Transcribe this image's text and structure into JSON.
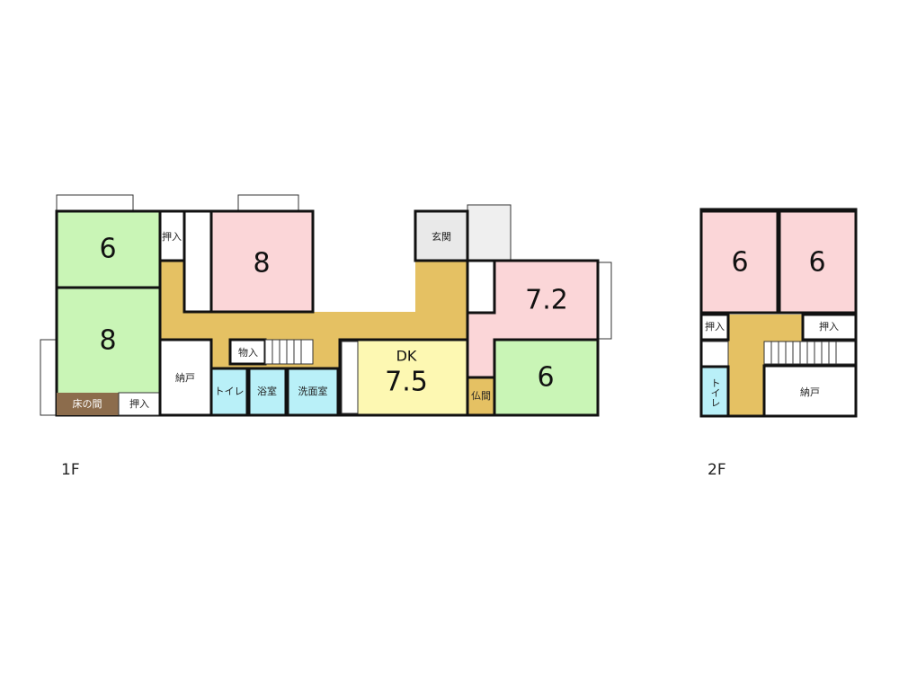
{
  "colors": {
    "washitsu": "#c9f5b6",
    "yoshitsu": "#fbd6d8",
    "corridor": "#e5c163",
    "water": "#b9f0f8",
    "dk": "#fdf8b2",
    "tokonoma": "#8c6c4c",
    "genkan": "#e9e9e9"
  },
  "floor1": {
    "label": "1F",
    "rooms": {
      "washitsu_6_nw": "6",
      "washitsu_8_w": "8",
      "tokonoma": "床の間",
      "oshiire_bottom": "押入",
      "oshiire_top": "押入",
      "yoshitsu_8": "8",
      "nando": "納戸",
      "monoire": "物入",
      "toilet": "トイレ",
      "bath": "浴室",
      "washroom": "洗面室",
      "genkan": "玄関",
      "dk_label": "DK",
      "dk_size": "7.5",
      "yoshitsu_72": "7.2",
      "butsuma": "仏間",
      "washitsu_6_e": "6"
    }
  },
  "floor2": {
    "label": "2F",
    "rooms": {
      "yoshitsu_6_left": "6",
      "yoshitsu_6_right": "6",
      "oshiire_left": "押入",
      "oshiire_right": "押入",
      "toilet": "トイレ",
      "nando": "納戸"
    }
  }
}
